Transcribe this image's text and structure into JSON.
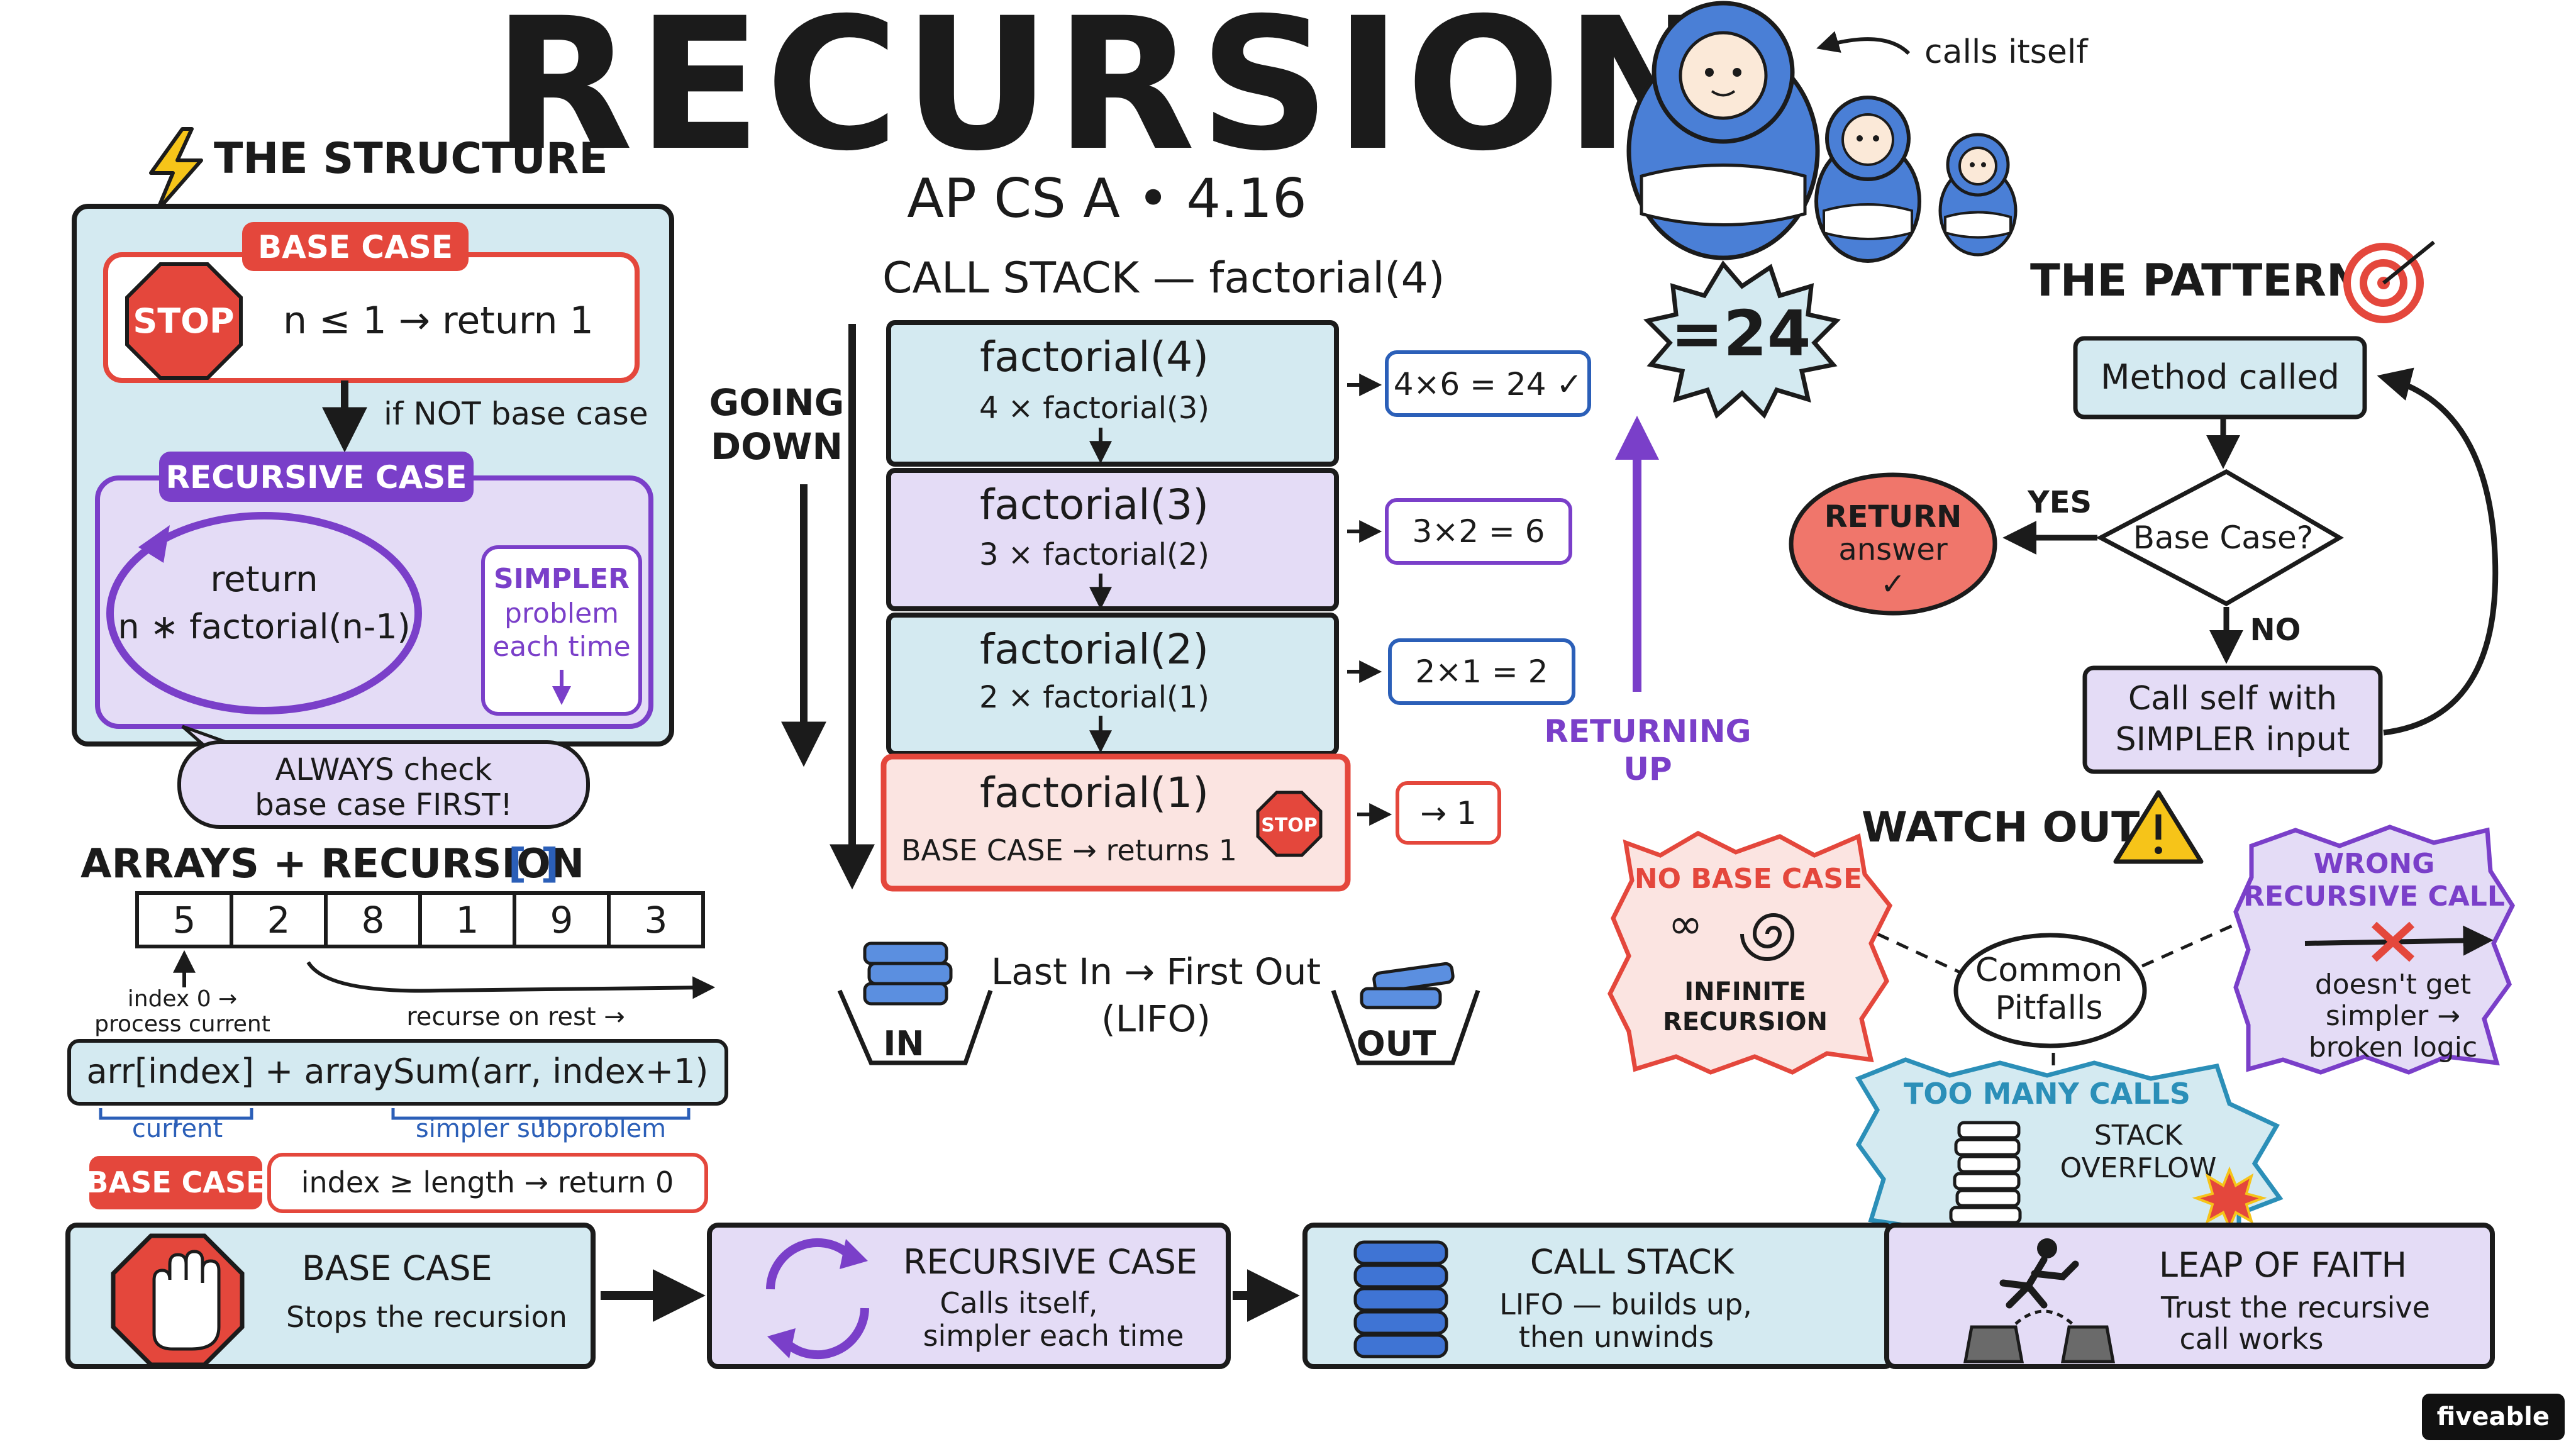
{
  "title": "RECURSION",
  "subtitle": "AP CS A • 4.16",
  "structure": {
    "heading": "THE STRUCTURE",
    "base_case_tag": "BASE CASE",
    "stop_label": "STOP",
    "base_case_rule": "n ≤ 1 → return 1",
    "if_not_base": "if NOT base case",
    "recursive_case_tag": "RECURSIVE CASE",
    "return_line1": "return",
    "return_line2": "n ∗ factorial(n-1)",
    "simpler_lines": [
      "SIMPLER",
      "problem",
      "each time"
    ],
    "always_check_lines": [
      "ALWAYS check",
      "base case FIRST!"
    ]
  },
  "call_stack": {
    "heading": "CALL STACK — factorial(4)",
    "going_down": [
      "GOING",
      "DOWN"
    ],
    "returning_up": [
      "RETURNING",
      "UP"
    ],
    "frames": [
      {
        "call": "factorial(4)",
        "expr": "4 × factorial(3)",
        "result": "4×6 = 24 ✓"
      },
      {
        "call": "factorial(3)",
        "expr": "3 × factorial(2)",
        "result": "3×2 = 6"
      },
      {
        "call": "factorial(2)",
        "expr": "2 × factorial(1)",
        "result": "2×1 = 2"
      },
      {
        "call": "factorial(1)",
        "expr": "BASE CASE → returns 1",
        "result": "→ 1"
      }
    ],
    "stop_label": "STOP",
    "final_result": "=24",
    "lifo_line1": "Last In → First Out",
    "lifo_line2": "(LIFO)",
    "in_label": "IN",
    "out_label": "OUT"
  },
  "dolls": {
    "caption": "calls itself"
  },
  "pattern": {
    "heading": "THE PATTERN",
    "method_called": "Method called",
    "base_case_q": "Base Case?",
    "yes": "YES",
    "no": "NO",
    "return_answer": [
      "RETURN",
      "answer",
      "✓"
    ],
    "call_self": [
      "Call self with",
      "SIMPLER input"
    ]
  },
  "arrays": {
    "heading": "ARRAYS + RECURSION",
    "bracket_icon": "[ ]",
    "values": [
      "5",
      "2",
      "8",
      "1",
      "9",
      "3"
    ],
    "index_note": [
      "index 0 →",
      "process current"
    ],
    "recurse_note": "recurse on rest →",
    "formula": "arr[index] + arraySum(arr, index+1)",
    "current_label": "current",
    "simpler_label": "simpler subproblem",
    "base_case_tag": "BASE CASE",
    "base_case_rule": "index ≥ length → return 0"
  },
  "watch_out": {
    "heading": "WATCH OUT!",
    "center": [
      "Common",
      "Pitfalls"
    ],
    "no_base_case": {
      "title": "NO BASE CASE",
      "symbol": "∞",
      "lines": [
        "INFINITE",
        "RECURSION"
      ]
    },
    "wrong_call": {
      "title": [
        "WRONG",
        "RECURSIVE CALL"
      ],
      "lines": [
        "doesn't get",
        "simpler →",
        "broken logic"
      ]
    },
    "too_many": {
      "title": "TOO MANY CALLS",
      "lines": [
        "STACK",
        "OVERFLOW"
      ]
    }
  },
  "summary": [
    {
      "icon": "stop-hand-icon",
      "title": "BASE CASE",
      "lines": [
        "Stops the recursion"
      ]
    },
    {
      "icon": "cycle-arrows-icon",
      "title": "RECURSIVE CASE",
      "lines": [
        "Calls itself,",
        "simpler each time"
      ]
    },
    {
      "icon": "stack-icon",
      "title": "CALL STACK",
      "lines": [
        "LIFO — builds up,",
        "then unwinds"
      ]
    },
    {
      "icon": "leap-icon",
      "title": "LEAP OF FAITH",
      "lines": [
        "Trust the recursive",
        "call works"
      ]
    }
  ],
  "brand": "fiveable",
  "colors": {
    "ink": "#1b1b1b",
    "blue_fill": "#d4eaf1",
    "purple_fill": "#e4dcf6",
    "red": "#e4473c",
    "purple": "#7a3fc9",
    "blue": "#2b5fb8"
  }
}
